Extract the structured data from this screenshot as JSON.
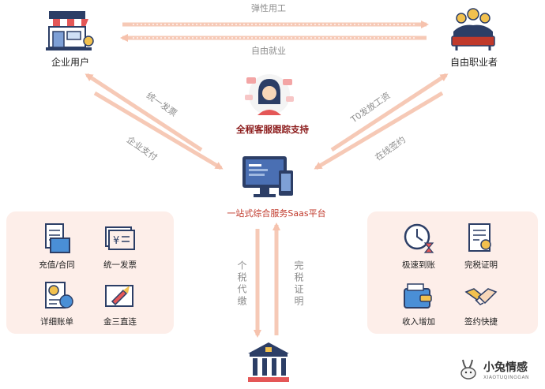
{
  "nodes": {
    "enterprise": "企业用户",
    "freelancer": "自由职业者",
    "support": "全程客服跟踪支持",
    "platform": "一站式综合服务Saas平台"
  },
  "edges": {
    "top": "弹性用工",
    "bottom": "自由就业",
    "left_upper": "统一发票",
    "left_lower": "企业支付",
    "right_upper": "T0发放工资",
    "right_lower": "在线签约",
    "down": "个税代缴",
    "up": "完税证明"
  },
  "left_panel": {
    "items": [
      {
        "label": "充值/合同",
        "icon": "document-folder-icon"
      },
      {
        "label": "统一发票",
        "icon": "invoice-icon"
      },
      {
        "label": "详细账单",
        "icon": "bill-chart-icon"
      },
      {
        "label": "金三直连",
        "icon": "rocket-icon"
      }
    ]
  },
  "right_panel": {
    "items": [
      {
        "label": "极速到账",
        "icon": "clock-icon"
      },
      {
        "label": "完税证明",
        "icon": "certificate-icon"
      },
      {
        "label": "收入增加",
        "icon": "wallet-icon"
      },
      {
        "label": "签约快捷",
        "icon": "handshake-icon"
      }
    ]
  },
  "watermark": {
    "main": "小兔情感",
    "sub": "XIAOTUQINGGAN"
  },
  "colors": {
    "arrow": "#f6c9b6",
    "panel": "#fdeee9",
    "accent_red": "#c0392b",
    "navy": "#2c3e66"
  }
}
